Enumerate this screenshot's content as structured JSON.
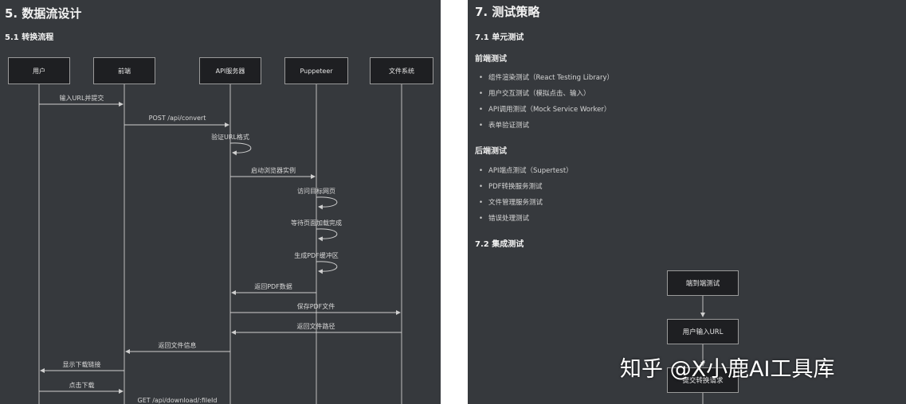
{
  "left": {
    "heading": "5. 数据流设计",
    "subheading": "5.1 转换流程",
    "actors": [
      "用户",
      "前端",
      "API服务器",
      "Puppeteer",
      "文件系统"
    ],
    "messages": [
      {
        "from": 0,
        "to": 1,
        "text": "输入URL并提交"
      },
      {
        "from": 1,
        "to": 2,
        "text": "POST /api/convert"
      },
      {
        "from": 2,
        "to": 2,
        "text": "验证URL格式"
      },
      {
        "from": 2,
        "to": 3,
        "text": "启动浏览器实例"
      },
      {
        "from": 3,
        "to": 3,
        "text": "访问目标网页"
      },
      {
        "from": 3,
        "to": 3,
        "text": "等待页面加载完成"
      },
      {
        "from": 3,
        "to": 3,
        "text": "生成PDF缓冲区"
      },
      {
        "from": 3,
        "to": 2,
        "text": "返回PDF数据"
      },
      {
        "from": 2,
        "to": 4,
        "text": "保存PDF文件"
      },
      {
        "from": 4,
        "to": 2,
        "text": "返回文件路径"
      },
      {
        "from": 2,
        "to": 1,
        "text": "返回文件信息"
      },
      {
        "from": 1,
        "to": 0,
        "text": "显示下载链接"
      },
      {
        "from": 0,
        "to": 1,
        "text": "点击下载"
      },
      {
        "from": 1,
        "to": 2,
        "text": "GET /api/download/:fileId"
      }
    ]
  },
  "right": {
    "heading": "7. 测试策略",
    "sub1": "7.1 单元测试",
    "frontend_title": "前端测试",
    "frontend_items": [
      "组件渲染测试（React Testing Library）",
      "用户交互测试（模拟点击、输入）",
      "API调用测试（Mock Service Worker）",
      "表单验证测试"
    ],
    "backend_title": "后端测试",
    "backend_items": [
      "API端点测试（Supertest）",
      "PDF转换服务测试",
      "文件管理服务测试",
      "错误处理测试"
    ],
    "sub2": "7.2 集成测试",
    "flow": [
      "端到端测试",
      "用户输入URL",
      "提交转换请求"
    ]
  },
  "watermark": "知乎 @X小鹿AI工具库"
}
